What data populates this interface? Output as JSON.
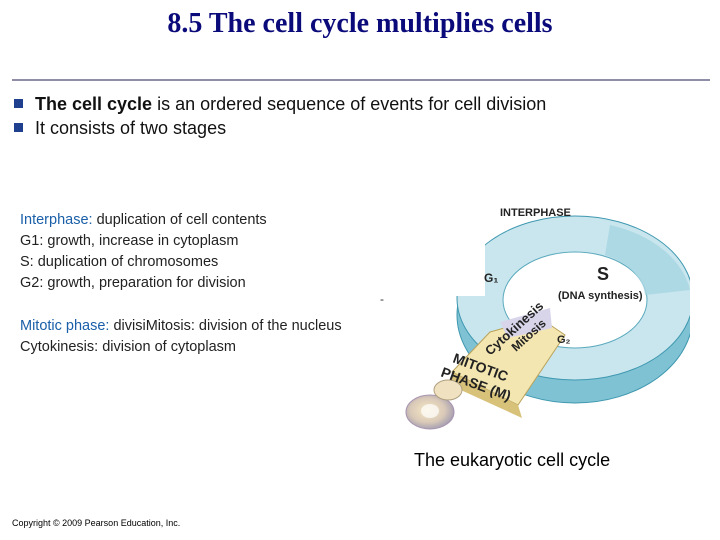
{
  "slide": {
    "title": "8.5 The cell cycle multiplies cells",
    "bullets": [
      {
        "strong": "The cell cycle",
        "rest": " is an ordered sequence of events for cell division"
      },
      {
        "strong": "",
        "rest": "It consists of two stages"
      }
    ],
    "interphase_lines": [
      {
        "label": "Interphase:",
        "rest": " duplication of cell contents"
      },
      {
        "label": "",
        "rest": "G1: growth, increase in cytoplasm"
      },
      {
        "label": "",
        "rest": "S: duplication of chromosomes"
      },
      {
        "label": "",
        "rest": "G2: growth, preparation for division"
      }
    ],
    "mitotic_lines": [
      {
        "label": "Mitotic phase:",
        "rest": " divisiMitosis: division of the nucleus"
      },
      {
        "label": "",
        "rest": "Cytokinesis: division of cytoplasm"
      }
    ],
    "dash": "-",
    "caption": "The eukaryotic cell cycle",
    "copyright": "Copyright © 2009 Pearson Education, Inc."
  },
  "diagram": {
    "interphase_label": "INTERPHASE",
    "g1_label": "G₁",
    "s_label": "S",
    "s_note": "(DNA synthesis)",
    "g2_label": "G₂",
    "cytokinesis_label": "Cytokinesis",
    "mitosis_label": "Mitosis",
    "mitotic_label_1": "MITOTIC",
    "mitotic_label_2": "PHASE (M)",
    "colors": {
      "ring_top": "#c9e6ee",
      "ring_side": "#7fc2d4",
      "ring_edge": "#3f98b0",
      "mitotic_top": "#f4e6b0",
      "mitotic_side": "#d8c27a",
      "title_blue": "#0a0a7a",
      "bullet_blue": "#1f3f8f"
    },
    "icons": [
      "cell-image-icon"
    ]
  }
}
